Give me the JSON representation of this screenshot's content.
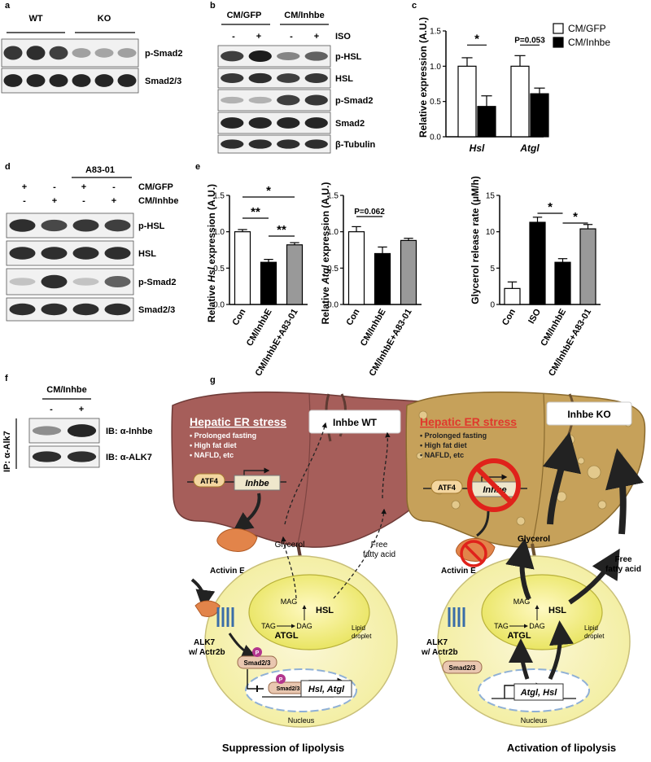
{
  "panels": {
    "a": {
      "letter": "a",
      "groups": [
        "WT",
        "KO"
      ],
      "blots": [
        "p-Smad2",
        "Smad2/3"
      ]
    },
    "b": {
      "letter": "b",
      "groups": [
        "CM/GFP",
        "CM/Inhbe"
      ],
      "signs": [
        "-",
        "+",
        "-",
        "+"
      ],
      "iso_label": "ISO",
      "blots": [
        "p-HSL",
        "HSL",
        "p-Smad2",
        "Smad2",
        "β-Tubulin"
      ]
    },
    "c": {
      "letter": "c"
    },
    "d": {
      "letter": "d",
      "drug": "A83-01",
      "row1_label": "CM/GFP",
      "row1_signs": [
        "+",
        "-",
        "+",
        "-"
      ],
      "row2_label": "CM/Inhbe",
      "row2_signs": [
        "-",
        "+",
        "-",
        "+"
      ],
      "blots": [
        "p-HSL",
        "HSL",
        "p-Smad2",
        "Smad2/3"
      ]
    },
    "e": {
      "letter": "e"
    },
    "f": {
      "letter": "f",
      "title": "CM/Inhbe",
      "signs": [
        "-",
        "+"
      ],
      "ip_label": "IP: α-Alk7",
      "blots": [
        "IB: α-Inhbe",
        "IB: α-ALK7"
      ]
    },
    "g": {
      "letter": "g",
      "left": {
        "stress_title": "Hepatic ER stress",
        "stress_items": [
          "Prolonged fasting",
          "High fat diet",
          "NAFLD, etc"
        ],
        "genotype": "Inhbe WT",
        "atf4": "ATF4",
        "gene": "Inhbe",
        "glycerol": "Glycerol",
        "ffa1": "Free",
        "ffa2": "fatty acid",
        "activin": "Activin E",
        "alk7": "ALK7",
        "actr2b": "w/ Actr2b",
        "mag": "MAG",
        "hsl": "HSL",
        "tag": "TAG",
        "dag": "DAG",
        "atgl": "ATGL",
        "lipid1": "Lipid",
        "lipid2": "droplet",
        "smad": "Smad2/3",
        "p": "P",
        "target": "Hsl, Atgl",
        "nucleus": "Nucleus",
        "caption": "Suppression of lipolysis"
      },
      "right": {
        "stress_title": "Hepatic ER stress",
        "stress_items": [
          "Prolonged fasting",
          "High fat diet",
          "NAFLD, etc"
        ],
        "genotype": "Inhbe KO",
        "atf4": "ATF4",
        "gene": "Inhbe",
        "glycerol": "Glycerol",
        "ffa1": "Free",
        "ffa2": "fatty acid",
        "activin": "Activin E",
        "alk7": "ALK7",
        "actr2b": "w/ Actr2b",
        "mag": "MAG",
        "hsl": "HSL",
        "tag": "TAG",
        "dag": "DAG",
        "atgl": "ATGL",
        "lipid1": "Lipid",
        "lipid2": "droplet",
        "smad": "Smad2/3",
        "target": "Atgl, Hsl",
        "nucleus": "Nucleus",
        "caption": "Activation of lipolysis"
      }
    }
  },
  "chart_data": [
    {
      "id": "c",
      "type": "bar",
      "categories": [
        "Hsl",
        "Atgl"
      ],
      "series": [
        {
          "name": "CM/GFP",
          "values": [
            1.0,
            1.0
          ],
          "errors": [
            0.12,
            0.15
          ],
          "color": "#ffffff"
        },
        {
          "name": "CM/Inhbe",
          "values": [
            0.43,
            0.61
          ],
          "errors": [
            0.15,
            0.08
          ],
          "color": "#000000"
        }
      ],
      "ylabel": "Relative expression (A.U.)",
      "ylim": [
        0,
        1.5
      ],
      "yticks": [
        "0.0",
        "0.5",
        "1.0",
        "1.5"
      ],
      "annotations": [
        "*",
        "P=0.053"
      ],
      "legend": "top-right"
    },
    {
      "id": "e1",
      "type": "bar",
      "categories": [
        "Con",
        "CM/InhbE",
        "CM/InhbE+A83-01"
      ],
      "values": [
        1.0,
        0.58,
        0.82
      ],
      "errors": [
        0.03,
        0.04,
        0.03
      ],
      "colors": [
        "#ffffff",
        "#000000",
        "#999999"
      ],
      "ylabel_pre": "Relative ",
      "ylabel_it": "Hsl",
      "ylabel_post": " expression (A.U.)",
      "ylim": [
        0,
        1.5
      ],
      "yticks": [
        "0.0",
        "0.5",
        "1.0",
        "1.5"
      ],
      "annotations": [
        "*",
        "**",
        "**"
      ]
    },
    {
      "id": "e2",
      "type": "bar",
      "categories": [
        "Con",
        "CM/InhbE",
        "CM/InhbE+A83-01"
      ],
      "values": [
        1.0,
        0.7,
        0.88
      ],
      "errors": [
        0.07,
        0.09,
        0.03
      ],
      "colors": [
        "#ffffff",
        "#000000",
        "#999999"
      ],
      "ylabel_pre": "Relative ",
      "ylabel_it": "Atgl",
      "ylabel_post": " expression (A.U.)",
      "ylim": [
        0,
        1.5
      ],
      "yticks": [
        "0.0",
        "0.5",
        "1.0",
        "1.5"
      ],
      "annotations": [
        "P=0.062"
      ]
    },
    {
      "id": "e3",
      "type": "bar",
      "categories": [
        "Con",
        "ISO",
        "CM/InhbE",
        "CM/InhbE+A83-01"
      ],
      "values": [
        2.2,
        11.3,
        5.8,
        10.4
      ],
      "errors": [
        0.9,
        0.7,
        0.5,
        0.6
      ],
      "colors": [
        "#ffffff",
        "#000000",
        "#000000",
        "#999999"
      ],
      "ylabel": "Glycerol release rate (μM/h)",
      "ylim": [
        0,
        15
      ],
      "yticks": [
        "0",
        "5",
        "10",
        "15"
      ],
      "annotations": [
        "*",
        "*"
      ]
    }
  ]
}
